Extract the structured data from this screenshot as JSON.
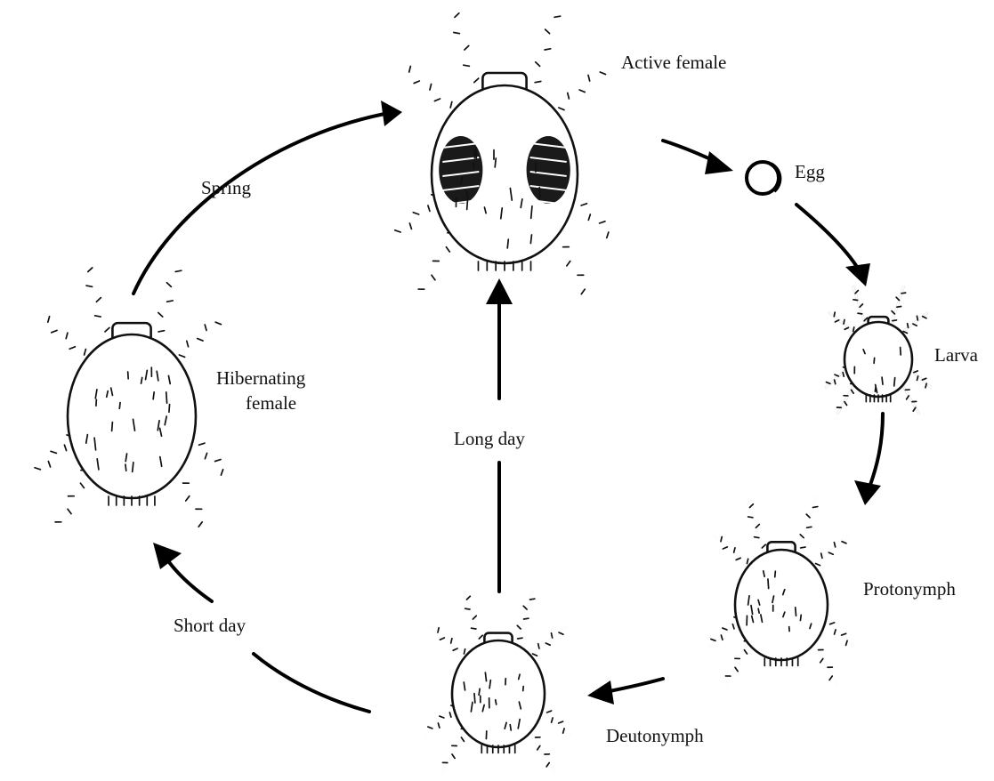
{
  "diagram": {
    "stages": {
      "active_female": "Active female",
      "egg": "Egg",
      "larva": "Larva",
      "protonymph": "Protonymph",
      "deutonymph": "Deutonymph",
      "hibernating_female_line1": "Hibernating",
      "hibernating_female_line2": "female"
    },
    "transitions": {
      "spring": "Spring",
      "long_day": "Long day",
      "short_day": "Short day"
    }
  }
}
